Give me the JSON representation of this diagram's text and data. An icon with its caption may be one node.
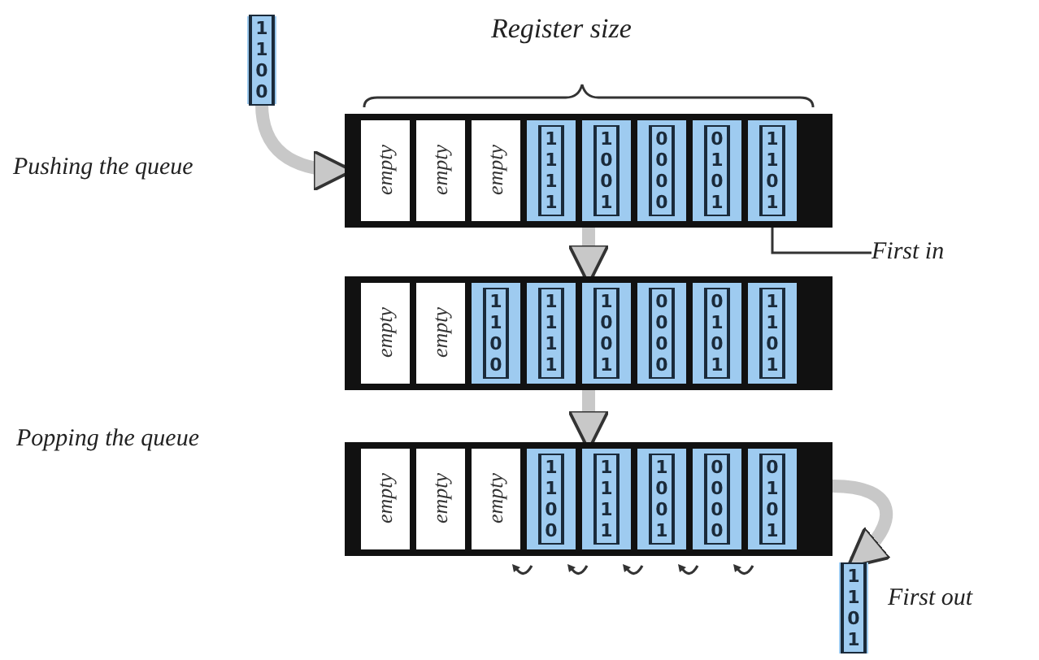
{
  "diagram": {
    "nodes": [
      {
        "text": [
          "1 1 0 0"
        ]
      },
      {
        "text": [],
        "shape": "box"
      },
      {
        "text": [
          "empty"
        ],
        "in": 1
      },
      {
        "text": [
          "empty"
        ],
        "in": 1
      },
      {
        "text": [
          "empty"
        ],
        "in": 1
      },
      {
        "text": [
          "1 1 1 1"
        ],
        "in": 1
      },
      {
        "text": [
          "1 0 0 1"
        ],
        "in": 1
      },
      {
        "text": [
          "0 0 0 0"
        ],
        "in": 1
      },
      {
        "text": [
          "0 1 0 1"
        ],
        "in": 1
      },
      {
        "text": [
          "1 1 0 1"
        ],
        "in": 1
      },
      {
        "text": [
          "First in"
        ]
      },
      {
        "text": [],
        "shape": "box"
      },
      {
        "text": [
          "empty"
        ],
        "in": 11
      },
      {
        "text": [
          "empty"
        ],
        "in": 11
      },
      {
        "text": [
          "1 1 0 0"
        ],
        "in": 11
      },
      {
        "text": [
          "1 1 1 1"
        ],
        "in": 11
      },
      {
        "text": [
          "1 0 0 1"
        ],
        "in": 11
      },
      {
        "text": [
          "0 0 0 0"
        ],
        "in": 11
      },
      {
        "text": [
          "0 1 0 1"
        ],
        "in": 11
      },
      {
        "text": [
          "1 1 0 1"
        ],
        "in": 11
      },
      {
        "text": [],
        "shape": "box"
      },
      {
        "text": [
          "empty"
        ],
        "in": 20
      },
      {
        "text": [
          "empty"
        ],
        "in": 20
      },
      {
        "text": [
          "empty"
        ],
        "in": 20
      },
      {
        "text": [
          "1 1 0 0"
        ],
        "in": 20
      },
      {
        "text": [
          "1 1 1 1"
        ],
        "in": 20
      },
      {
        "text": [
          "1 0 0 1"
        ],
        "in": 20
      },
      {
        "text": [
          "0 0 0 0"
        ],
        "in": 20
      },
      {
        "text": [
          "0 1 0 1"
        ],
        "in": 20
      },
      {
        "text": [
          "1 1 0 1"
        ],
        "beside": [
          "First out"
        ]
      }
    ],
    "edges": [
      {
        "from": 0,
        "to": 1,
        "arrow": "to"
      },
      {
        "from": 10,
        "to": 9,
        "arrow": "none",
        "color": "#333333"
      },
      {
        "from": 1,
        "to": 11,
        "arrow": "to"
      },
      {
        "from": 11,
        "to": 20,
        "arrow": "to"
      },
      {
        "from": 20,
        "to": 29,
        "arrow": "to"
      }
    ],
    "labels": [
      "Register size",
      "Pushing the queue",
      "Popping the queue"
    ]
  }
}
